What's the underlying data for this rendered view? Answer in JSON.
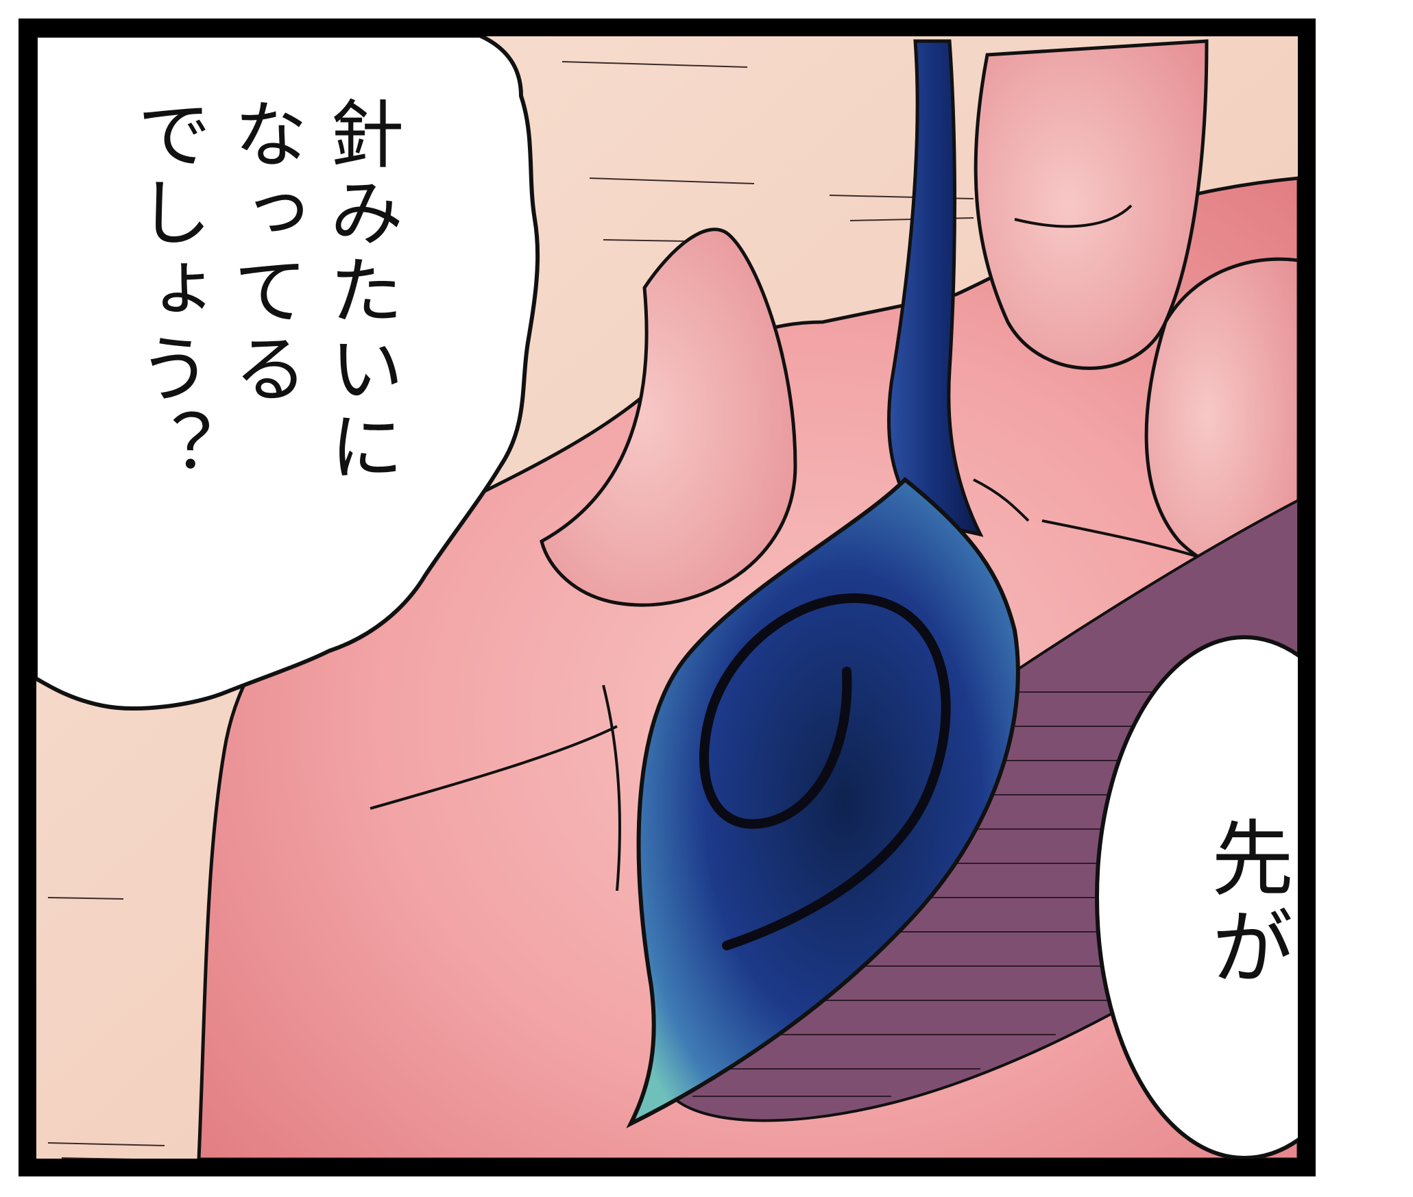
{
  "panel": {
    "speech_left": "針みたいに\nなってる\nでしょう？",
    "speech_right": "先が"
  },
  "colors": {
    "border": "#000000",
    "background_skin": "#f4d2c0",
    "hand": "#f2a9a8",
    "hand_shadow": "#e07d80",
    "leaf_blue": "#1f3c8c",
    "leaf_dark": "#0f1f55",
    "leaf_highlight": "#5fb4b4",
    "shadow_purple": "#7f4f72",
    "bubble_fill": "#ffffff"
  },
  "icons": {
    "panel_art": "hand-holding-blue-leaf-illustration"
  }
}
